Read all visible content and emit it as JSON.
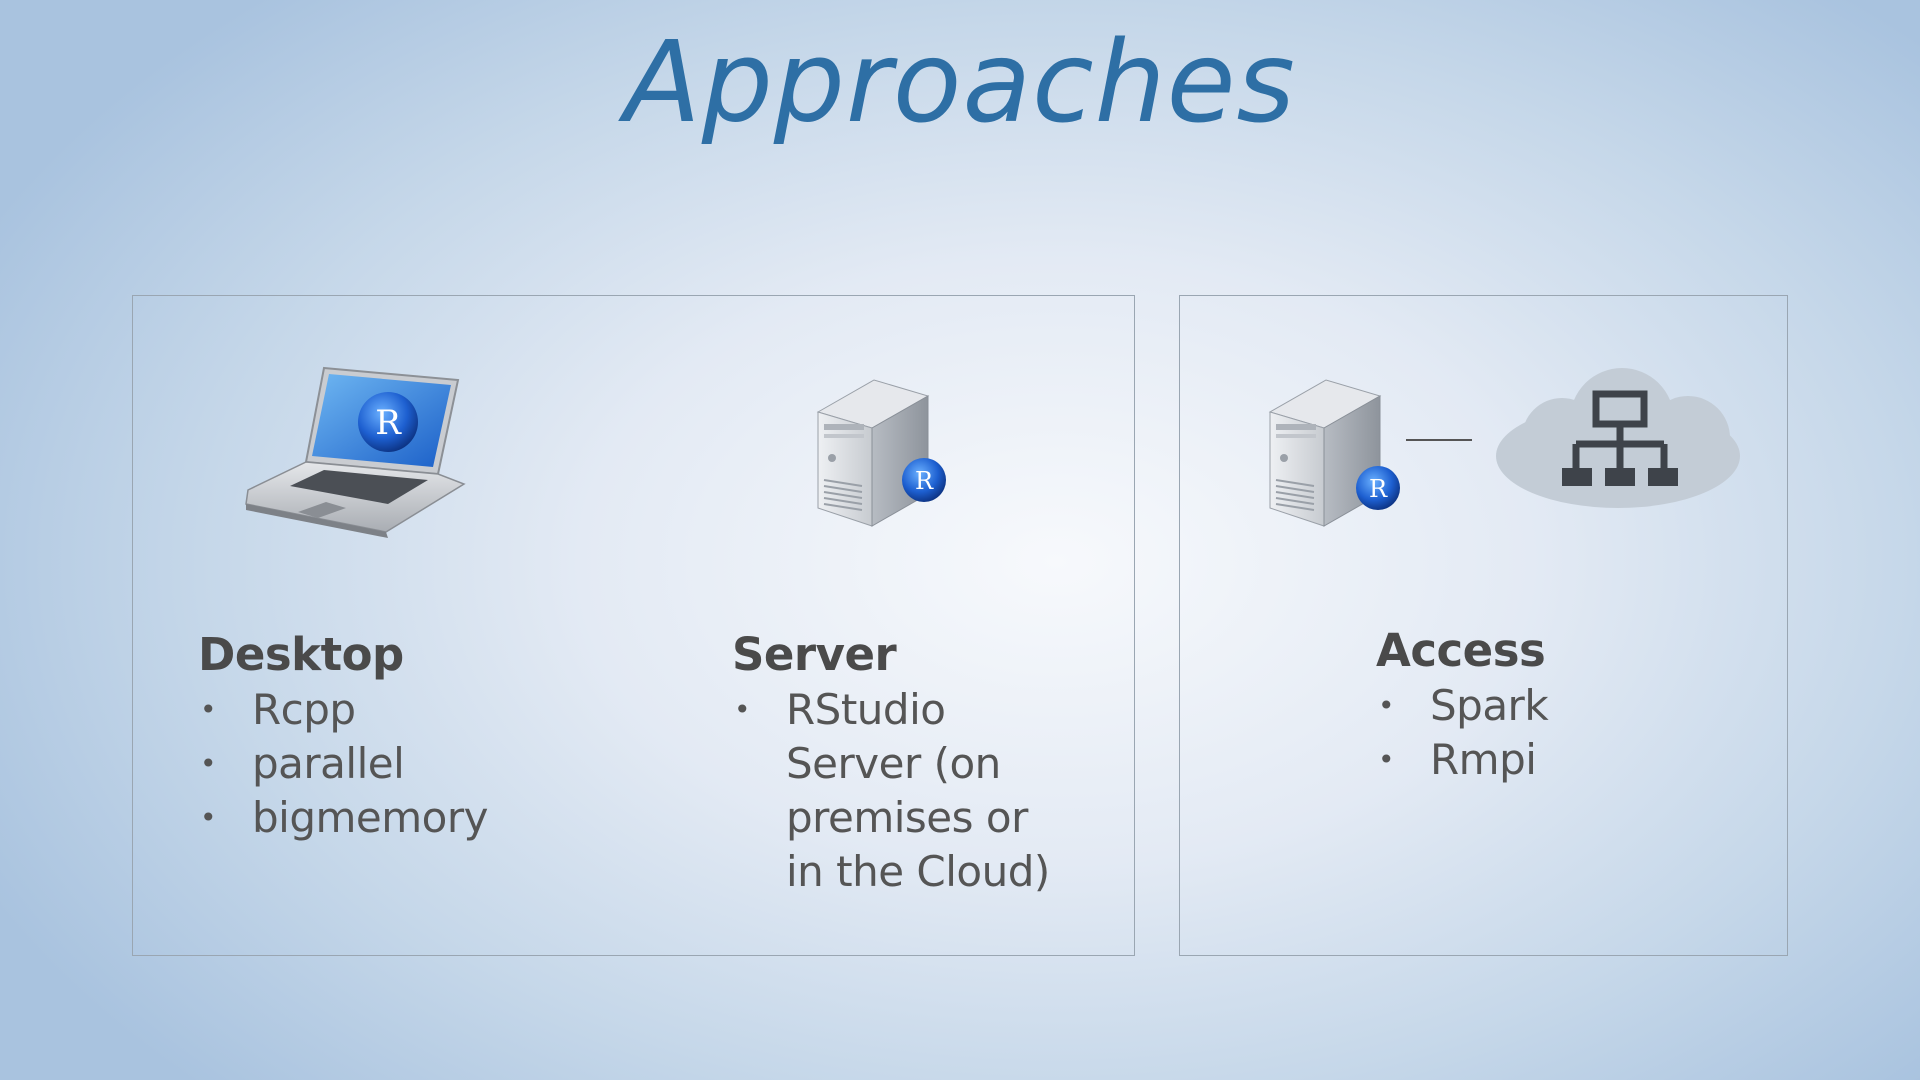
{
  "title": "Approaches",
  "sections": {
    "desktop": {
      "heading": "Desktop",
      "items": [
        "Rcpp",
        "parallel",
        "bigmemory"
      ],
      "icon": "laptop-r-icon"
    },
    "server": {
      "heading": "Server",
      "items": [
        "RStudio Server (on premises or in the Cloud)"
      ],
      "icon": "server-r-icon"
    },
    "access": {
      "heading": "Access",
      "items": [
        "Spark",
        "Rmpi"
      ],
      "icons": [
        "server-r-icon",
        "cloud-network-icon"
      ]
    }
  },
  "logo_letter": "R",
  "colors": {
    "title": "#2e6fa5",
    "heading": "#4a4a4a",
    "text": "#555555",
    "r_badge": "#1f5fc4"
  }
}
